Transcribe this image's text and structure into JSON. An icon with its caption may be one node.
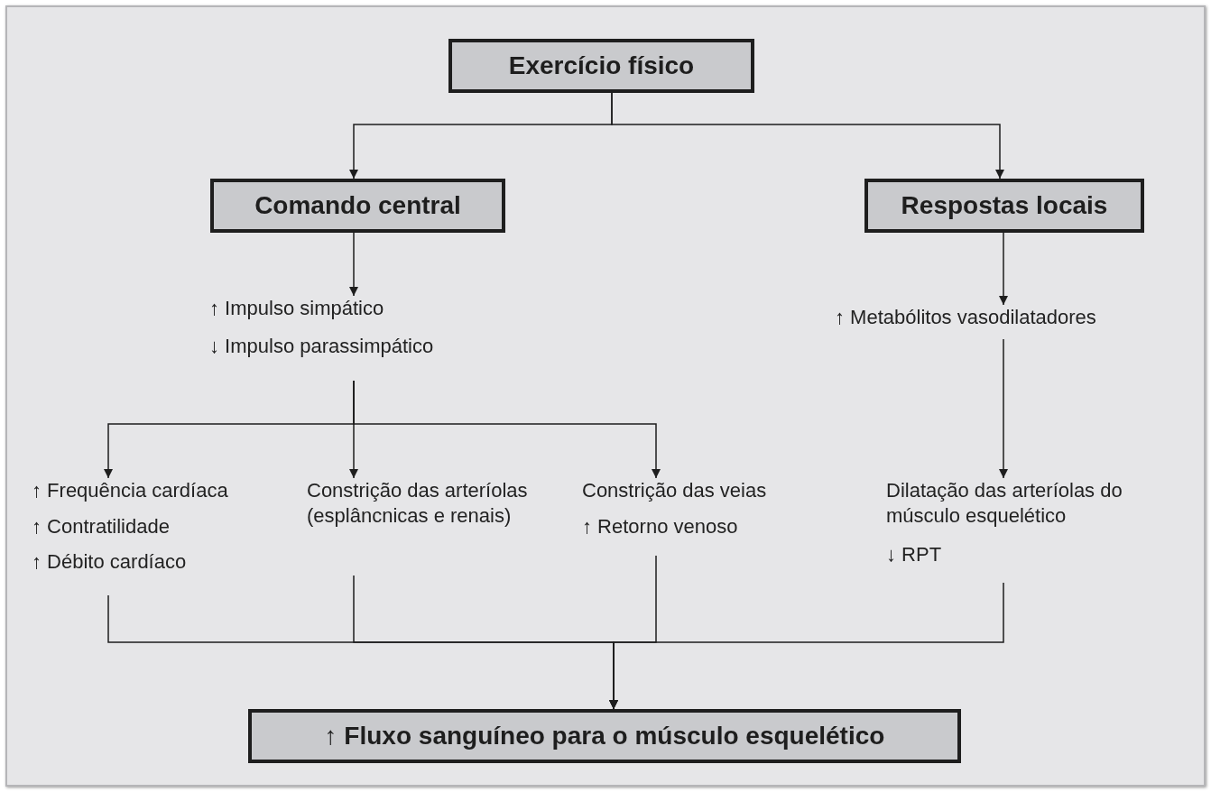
{
  "diagram": {
    "nodes": [
      {
        "text": [
          "Exercício físico"
        ]
      },
      {
        "text": [
          "Comando central"
        ]
      },
      {
        "text": [
          "Respostas locais"
        ]
      },
      {
        "text": [
          "↑ Impulso simpático",
          "↓ Impulso parassimpático"
        ]
      },
      {
        "text": [
          "↑ Metabólitos vasodilatadores"
        ]
      },
      {
        "text": [
          "↑ Frequência cardíaca",
          "↑ Contratilidade",
          "↑ Débito cardíaco"
        ]
      },
      {
        "text": [
          "Constrição das arteríolas (esplâncnicas e renais)"
        ]
      },
      {
        "text": [
          "Constrição das veias",
          "↑ Retorno venoso"
        ]
      },
      {
        "text": [
          "Dilatação das arteríolas do músculo esquelético",
          "↓ RPT"
        ]
      },
      {
        "text": [
          "↑ Fluxo sanguíneo para o músculo esquelético"
        ]
      }
    ],
    "edges": [
      {
        "from": 0,
        "to": 1,
        "arrow": "to"
      },
      {
        "from": 0,
        "to": 2,
        "arrow": "to"
      },
      {
        "from": 1,
        "to": 3,
        "arrow": "to"
      },
      {
        "from": 2,
        "to": 4,
        "arrow": "to"
      },
      {
        "from": 3,
        "to": 5,
        "arrow": "to"
      },
      {
        "from": 3,
        "to": 6,
        "arrow": "to"
      },
      {
        "from": 3,
        "to": 7,
        "arrow": "to"
      },
      {
        "from": 4,
        "to": 8,
        "arrow": "to"
      },
      {
        "from": 5,
        "to": 9,
        "arrow": "to"
      },
      {
        "from": 6,
        "to": 9,
        "arrow": "to"
      },
      {
        "from": 7,
        "to": 9,
        "arrow": "to"
      },
      {
        "from": 8,
        "to": 9,
        "arrow": "to"
      }
    ]
  }
}
